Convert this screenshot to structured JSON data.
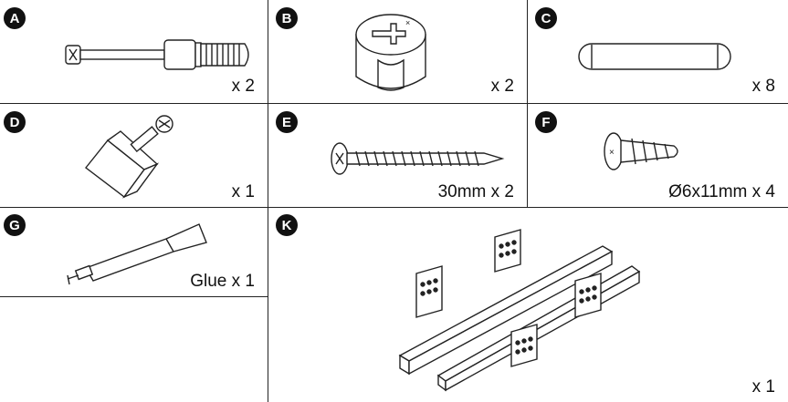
{
  "parts": [
    {
      "id": "A",
      "quantity": "x 2",
      "icon": "cam-bolt-icon"
    },
    {
      "id": "B",
      "quantity": "x 2",
      "icon": "cam-lock-icon"
    },
    {
      "id": "C",
      "quantity": "x 8",
      "icon": "wooden-dowel-icon"
    },
    {
      "id": "D",
      "quantity": "x 1",
      "icon": "corner-bracket-icon"
    },
    {
      "id": "E",
      "quantity": "30mm x 2",
      "icon": "wood-screw-icon"
    },
    {
      "id": "F",
      "quantity": "Ø6x11mm x 4",
      "icon": "euro-screw-icon"
    },
    {
      "id": "G",
      "quantity": "Glue x 1",
      "icon": "glue-tube-icon"
    },
    {
      "id": "K",
      "quantity": "x 1",
      "icon": "drawer-runners-icon"
    }
  ]
}
